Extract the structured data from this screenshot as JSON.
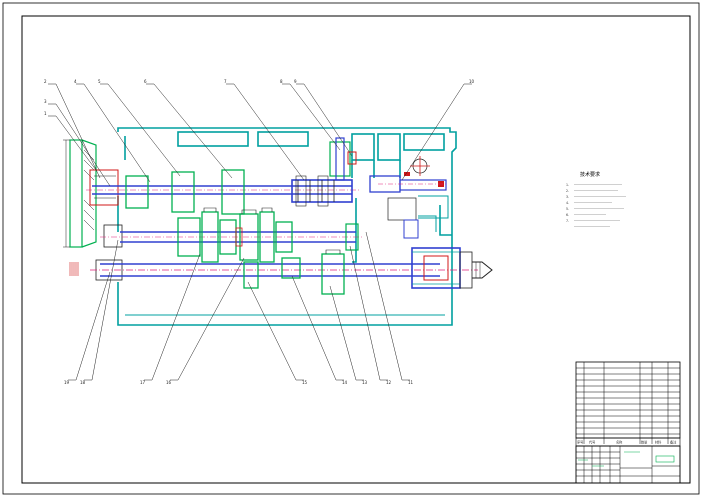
{
  "drawing": {
    "border_color": "#000000",
    "housing_color": "#00a0a0",
    "gear_color": "#00b050",
    "shaft_color": "#3040d0",
    "axis_color": "#e0207a",
    "part_red": "#d01818",
    "line_color": "#222222"
  },
  "top_leaders": [
    {
      "num": "2"
    },
    {
      "num": "3"
    },
    {
      "num": "4"
    },
    {
      "num": "5"
    },
    {
      "num": "6"
    },
    {
      "num": "7"
    },
    {
      "num": "8"
    },
    {
      "num": "9"
    },
    {
      "num": "10"
    }
  ],
  "left_leaders": [
    {
      "num": "1"
    }
  ],
  "bottom_leaders": [
    {
      "num": "19"
    },
    {
      "num": "18"
    },
    {
      "num": "17"
    },
    {
      "num": "16"
    },
    {
      "num": "15"
    },
    {
      "num": "14"
    },
    {
      "num": "13"
    },
    {
      "num": "12"
    },
    {
      "num": "11"
    }
  ],
  "notes_title": "技术要求",
  "notes_lines": [
    "1.",
    "2.",
    "3.",
    "4.",
    "5.",
    "6.",
    "7."
  ],
  "title_block": {
    "header_cols": [
      "序号",
      "代号",
      "名称",
      "数量",
      "材料",
      "备注"
    ]
  }
}
